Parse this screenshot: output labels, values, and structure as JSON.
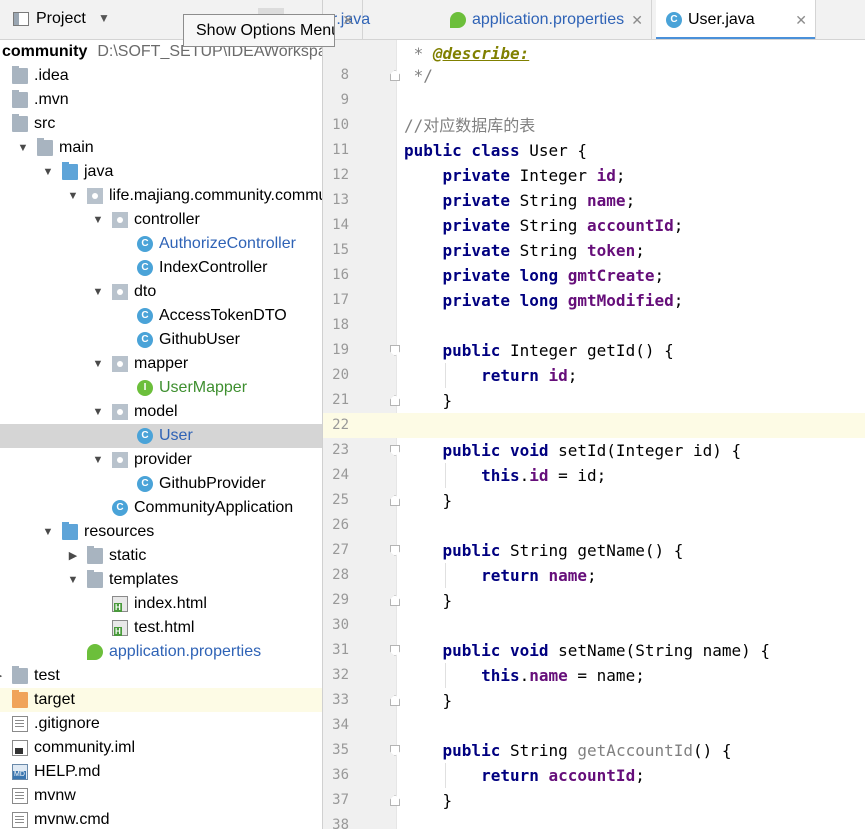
{
  "project_panel": {
    "title": "Project",
    "tree": [
      {
        "label": "community",
        "path": "D:\\SOFT_SETUP\\IDEAWorkspace\\community",
        "icon": "folder-icon",
        "indent": 0,
        "toggle": "chevron-down"
      },
      {
        "label": ".idea",
        "icon": "folder-icon",
        "indent": 0,
        "toggle": ""
      },
      {
        "label": ".mvn",
        "icon": "folder-icon",
        "indent": 0,
        "toggle": ""
      },
      {
        "label": "src",
        "icon": "folder-icon",
        "indent": 0,
        "toggle": ""
      },
      {
        "label": "main",
        "icon": "folder-icon",
        "indent": 1,
        "toggle": "chevron-down"
      },
      {
        "label": "java",
        "icon": "source-folder-icon",
        "indent": 2,
        "toggle": "chevron-down"
      },
      {
        "label": "life.majiang.community.commu",
        "icon": "package-icon",
        "indent": 3,
        "toggle": "chevron-down"
      },
      {
        "label": "controller",
        "icon": "package-icon",
        "indent": 4,
        "toggle": "chevron-down"
      },
      {
        "label": "AuthorizeController",
        "icon": "class-icon",
        "indent": 5,
        "toggle": "",
        "color": "blue"
      },
      {
        "label": "IndexController",
        "icon": "class-icon",
        "indent": 5,
        "toggle": ""
      },
      {
        "label": "dto",
        "icon": "package-icon",
        "indent": 4,
        "toggle": "chevron-down"
      },
      {
        "label": "AccessTokenDTO",
        "icon": "class-icon",
        "indent": 5,
        "toggle": ""
      },
      {
        "label": "GithubUser",
        "icon": "class-icon",
        "indent": 5,
        "toggle": ""
      },
      {
        "label": "mapper",
        "icon": "package-icon",
        "indent": 4,
        "toggle": "chevron-down"
      },
      {
        "label": "UserMapper",
        "icon": "interface-icon",
        "indent": 5,
        "toggle": "",
        "color": "green"
      },
      {
        "label": "model",
        "icon": "package-icon",
        "indent": 4,
        "toggle": "chevron-down"
      },
      {
        "label": "User",
        "icon": "class-icon",
        "indent": 5,
        "toggle": "",
        "color": "blue",
        "selected": true
      },
      {
        "label": "provider",
        "icon": "package-icon",
        "indent": 4,
        "toggle": "chevron-down"
      },
      {
        "label": "GithubProvider",
        "icon": "class-icon",
        "indent": 5,
        "toggle": ""
      },
      {
        "label": "CommunityApplication",
        "icon": "spring-class-icon",
        "indent": 4,
        "toggle": ""
      },
      {
        "label": "resources",
        "icon": "resources-folder-icon",
        "indent": 2,
        "toggle": "chevron-down"
      },
      {
        "label": "static",
        "icon": "folder-icon",
        "indent": 3,
        "toggle": "chevron-right"
      },
      {
        "label": "templates",
        "icon": "folder-icon",
        "indent": 3,
        "toggle": "chevron-down"
      },
      {
        "label": "index.html",
        "icon": "html-file-icon",
        "indent": 4,
        "toggle": ""
      },
      {
        "label": "test.html",
        "icon": "html-file-icon",
        "indent": 4,
        "toggle": ""
      },
      {
        "label": "application.properties",
        "icon": "properties-file-icon",
        "indent": 3,
        "toggle": "",
        "color": "blue"
      },
      {
        "label": "test",
        "icon": "folder-icon",
        "indent": 0,
        "toggle": "chevron-right"
      },
      {
        "label": "target",
        "icon": "target-folder-icon",
        "indent": 0,
        "toggle": "",
        "highlight": true
      },
      {
        "label": ".gitignore",
        "icon": "text-file-icon",
        "indent": 0,
        "toggle": ""
      },
      {
        "label": "community.iml",
        "icon": "iml-file-icon",
        "indent": 0,
        "toggle": ""
      },
      {
        "label": "HELP.md",
        "icon": "markdown-file-icon",
        "indent": 0,
        "toggle": ""
      },
      {
        "label": "mvnw",
        "icon": "text-file-icon",
        "indent": 0,
        "toggle": ""
      },
      {
        "label": "mvnw.cmd",
        "icon": "text-file-icon",
        "indent": 0,
        "toggle": ""
      }
    ]
  },
  "tooltip": {
    "text": "Show Options Menu"
  },
  "editor_tabs": [
    {
      "label": "ser.java",
      "icon": "class-icon",
      "active": false
    },
    {
      "label": "application.properties",
      "icon": "properties-file-icon",
      "active": false
    },
    {
      "label": "User.java",
      "icon": "class-icon",
      "active": true
    }
  ],
  "editor": {
    "current_line": 22,
    "lines": [
      {
        "n": "",
        "parts": [
          [
            "cm",
            " * "
          ],
          [
            "dsc",
            "@describe:"
          ]
        ]
      },
      {
        "n": "8",
        "fold": "up",
        "parts": [
          [
            "cm",
            " */"
          ]
        ]
      },
      {
        "n": "9",
        "parts": []
      },
      {
        "n": "10",
        "parts": [
          [
            "cm",
            "//对应数据库的表"
          ]
        ]
      },
      {
        "n": "11",
        "parts": [
          [
            "kw",
            "public class "
          ],
          [
            "",
            "User {"
          ]
        ]
      },
      {
        "n": "12",
        "parts": [
          [
            "kw",
            "    private "
          ],
          [
            "",
            "Integer "
          ],
          [
            "fd",
            "id"
          ],
          [
            "",
            ";"
          ]
        ]
      },
      {
        "n": "13",
        "parts": [
          [
            "kw",
            "    private "
          ],
          [
            "",
            "String "
          ],
          [
            "fd",
            "name"
          ],
          [
            "",
            ";"
          ]
        ]
      },
      {
        "n": "14",
        "parts": [
          [
            "kw",
            "    private "
          ],
          [
            "",
            "String "
          ],
          [
            "fd",
            "accountId"
          ],
          [
            "",
            ";"
          ]
        ]
      },
      {
        "n": "15",
        "parts": [
          [
            "kw",
            "    private "
          ],
          [
            "",
            "String "
          ],
          [
            "fd",
            "token"
          ],
          [
            "",
            ";"
          ]
        ]
      },
      {
        "n": "16",
        "parts": [
          [
            "kw",
            "    private long "
          ],
          [
            "fd",
            "gmtCreate"
          ],
          [
            "",
            ";"
          ]
        ]
      },
      {
        "n": "17",
        "parts": [
          [
            "kw",
            "    private long "
          ],
          [
            "fd",
            "gmtModified"
          ],
          [
            "",
            ";"
          ]
        ]
      },
      {
        "n": "18",
        "parts": []
      },
      {
        "n": "19",
        "fold": "down",
        "parts": [
          [
            "kw",
            "    public "
          ],
          [
            "",
            "Integer getId() {"
          ]
        ]
      },
      {
        "n": "20",
        "guide": true,
        "parts": [
          [
            "kw",
            "        return "
          ],
          [
            "fd",
            "id"
          ],
          [
            "",
            ";"
          ]
        ]
      },
      {
        "n": "21",
        "fold": "up",
        "parts": [
          [
            "",
            "    }"
          ]
        ]
      },
      {
        "n": "22",
        "parts": []
      },
      {
        "n": "23",
        "fold": "down",
        "parts": [
          [
            "kw",
            "    public void "
          ],
          [
            "",
            "setId(Integer id) {"
          ]
        ]
      },
      {
        "n": "24",
        "guide": true,
        "parts": [
          [
            "kw",
            "        this"
          ],
          [
            "",
            "."
          ],
          [
            "fd",
            "id"
          ],
          [
            "",
            " = id;"
          ]
        ]
      },
      {
        "n": "25",
        "fold": "up",
        "parts": [
          [
            "",
            "    }"
          ]
        ]
      },
      {
        "n": "26",
        "parts": []
      },
      {
        "n": "27",
        "fold": "down",
        "parts": [
          [
            "kw",
            "    public "
          ],
          [
            "",
            "String getName() {"
          ]
        ]
      },
      {
        "n": "28",
        "guide": true,
        "parts": [
          [
            "kw",
            "        return "
          ],
          [
            "fd",
            "name"
          ],
          [
            "",
            ";"
          ]
        ]
      },
      {
        "n": "29",
        "fold": "up",
        "parts": [
          [
            "",
            "    }"
          ]
        ]
      },
      {
        "n": "30",
        "parts": []
      },
      {
        "n": "31",
        "fold": "down",
        "parts": [
          [
            "kw",
            "    public void "
          ],
          [
            "",
            "setName(String name) {"
          ]
        ]
      },
      {
        "n": "32",
        "guide": true,
        "parts": [
          [
            "kw",
            "        this"
          ],
          [
            "",
            "."
          ],
          [
            "fd",
            "name"
          ],
          [
            "",
            " = name;"
          ]
        ]
      },
      {
        "n": "33",
        "fold": "up",
        "parts": [
          [
            "",
            "    }"
          ]
        ]
      },
      {
        "n": "34",
        "parts": []
      },
      {
        "n": "35",
        "fold": "down",
        "parts": [
          [
            "kw",
            "    public "
          ],
          [
            "",
            "String "
          ],
          [
            "unused",
            "getAccountId"
          ],
          [
            "",
            "() {"
          ]
        ]
      },
      {
        "n": "36",
        "guide": true,
        "parts": [
          [
            "kw",
            "        return "
          ],
          [
            "fd",
            "accountId"
          ],
          [
            "",
            ";"
          ]
        ]
      },
      {
        "n": "37",
        "fold": "up",
        "parts": [
          [
            "",
            "    }"
          ]
        ]
      },
      {
        "n": "38",
        "parts": []
      }
    ]
  },
  "colors": {
    "keyword": "#000080",
    "field": "#660e7a",
    "comment": "#808080",
    "selection": "#d5d5d5",
    "current_line": "#fdfbe5",
    "link_blue": "#2f63b6",
    "green": "#3e8f2f"
  }
}
